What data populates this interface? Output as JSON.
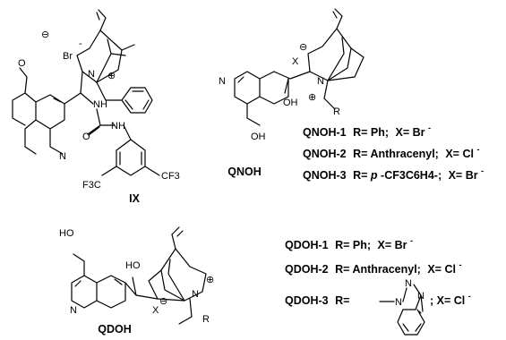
{
  "compounds": {
    "ix": {
      "label": "IX",
      "atoms": {
        "br": "Br",
        "n_plus": "N",
        "n_ring": "N",
        "nh1": "NH",
        "nh2": "NH",
        "o": "O",
        "cf3_right": "CF3",
        "cf3_left": "F3C"
      }
    },
    "qnoh": {
      "label": "QNOH",
      "atoms": {
        "x": "X",
        "n_plus": "N",
        "n_ring": "N",
        "oh": "OH",
        "oh_ring": "OH",
        "r": "R"
      },
      "variants": [
        {
          "name": "QNOH-1",
          "r": "R= Ph;",
          "x": "X= Br"
        },
        {
          "name": "QNOH-2",
          "r": "R= Anthracenyl;",
          "x": "X= Cl"
        },
        {
          "name": "QNOH-3",
          "r_pre": "R= ",
          "r_italic": "p",
          "r_post": "-CF3C6H4-;",
          "x": "X= Br"
        }
      ]
    },
    "qdoh": {
      "label": "QDOH",
      "atoms": {
        "ho": "HO",
        "ho2": "HO",
        "n_plus": "N",
        "n_ring": "N",
        "x": "X",
        "r": "R"
      },
      "variants": [
        {
          "name": "QDOH-1",
          "r": "R= Ph;",
          "x": "X= Br"
        },
        {
          "name": "QDOH-2",
          "r": "R= Anthracenyl;",
          "x": "X= Cl"
        },
        {
          "name": "QDOH-3",
          "r": "R=",
          "x": "; X= Cl"
        }
      ],
      "benzotriazole_atoms": [
        "N",
        "N",
        "N"
      ]
    }
  },
  "charges": {
    "minus": "⊖",
    "plus": "⊕",
    "sup_minus": "-"
  }
}
